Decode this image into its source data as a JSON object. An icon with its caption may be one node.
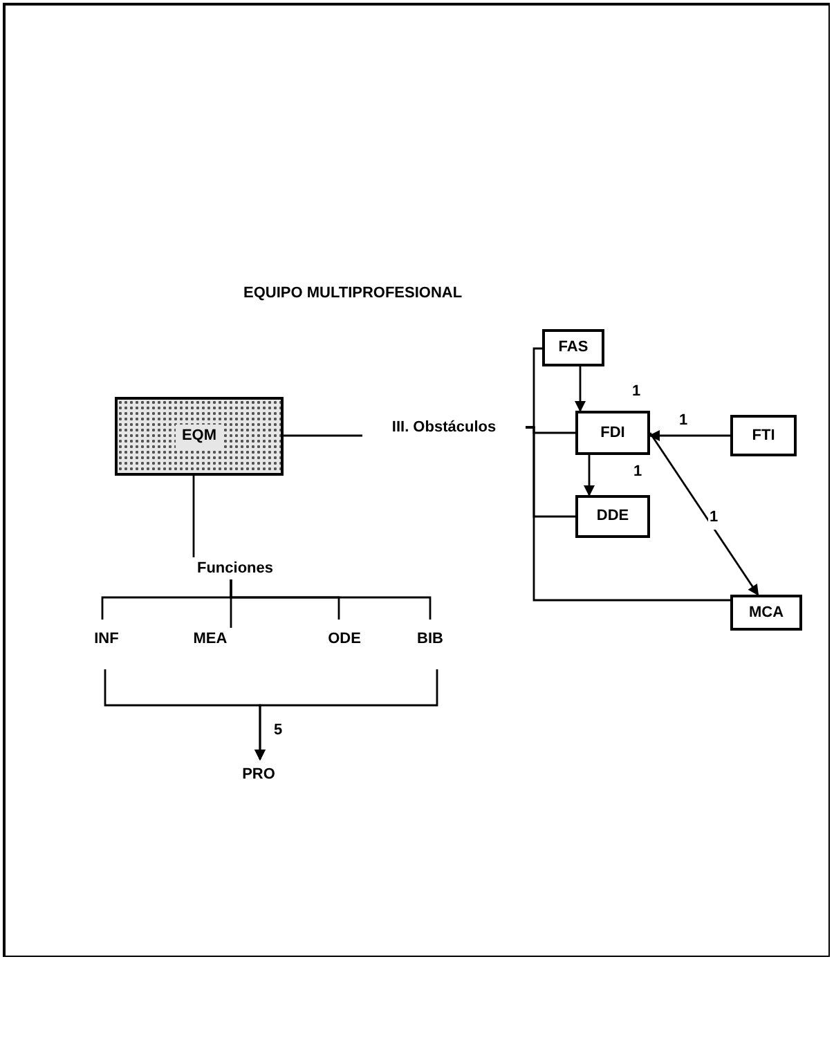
{
  "diagram": {
    "title": "EQUIPO MULTIPROFESIONAL",
    "nodes": [
      {
        "text": [
          "EQM"
        ]
      },
      {
        "text": [
          "III. Obstáculos"
        ]
      },
      {
        "text": [
          "Funciones"
        ]
      },
      {
        "text": [
          "INF"
        ]
      },
      {
        "text": [
          "MEA"
        ]
      },
      {
        "text": [
          "ODE"
        ]
      },
      {
        "text": [
          "BIB"
        ]
      },
      {
        "text": [
          "PRO"
        ]
      },
      {
        "text": [
          "FAS"
        ]
      },
      {
        "text": [
          "FDI"
        ]
      },
      {
        "text": [
          "FTI"
        ]
      },
      {
        "text": [
          "DDE"
        ]
      },
      {
        "text": [
          "MCA"
        ]
      }
    ],
    "edges": [
      {
        "from": 0,
        "to": 1,
        "arrow": "none"
      },
      {
        "from": 0,
        "to": 2,
        "arrow": "none"
      },
      {
        "from": 2,
        "to": 3,
        "arrow": "none"
      },
      {
        "from": 2,
        "to": 4,
        "arrow": "none"
      },
      {
        "from": 2,
        "to": 5,
        "arrow": "none"
      },
      {
        "from": 2,
        "to": 6,
        "arrow": "none"
      },
      {
        "from": 3,
        "to": 7,
        "arrow": "to",
        "label": "5"
      },
      {
        "from": 6,
        "to": 7,
        "arrow": "to"
      },
      {
        "from": 1,
        "to": 8,
        "arrow": "none"
      },
      {
        "from": 1,
        "to": 9,
        "arrow": "none"
      },
      {
        "from": 1,
        "to": 11,
        "arrow": "none"
      },
      {
        "from": 1,
        "to": 12,
        "arrow": "none"
      },
      {
        "from": 8,
        "to": 9,
        "arrow": "to",
        "label": "1"
      },
      {
        "from": 10,
        "to": 9,
        "arrow": "to",
        "label": "1"
      },
      {
        "from": 9,
        "to": 11,
        "arrow": "to",
        "label": "1"
      },
      {
        "from": 9,
        "to": 12,
        "arrow": "to",
        "label": "1"
      }
    ]
  }
}
